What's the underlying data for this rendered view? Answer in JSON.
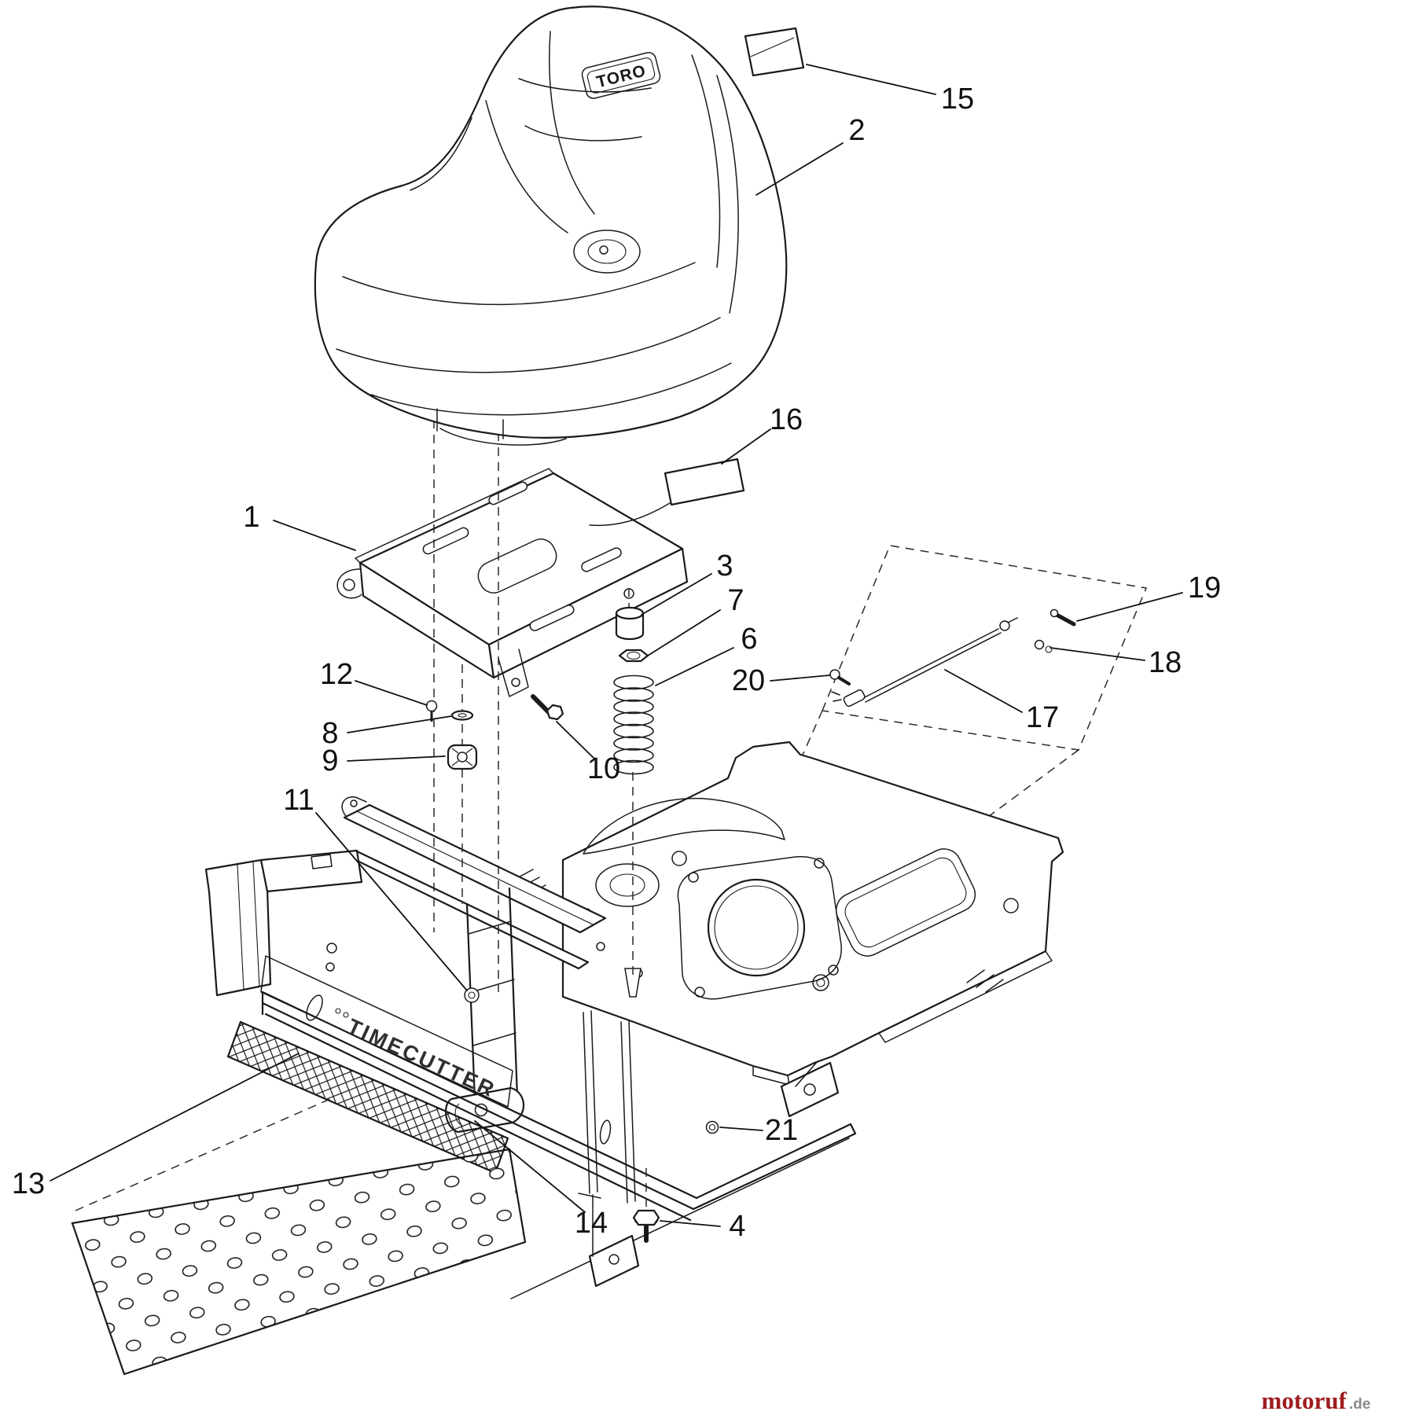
{
  "page": {
    "background": "#ffffff",
    "ink": "#1a1a1a"
  },
  "diagram": {
    "type": "exploded-parts-diagram",
    "subject": "Riding mower seat assembly",
    "callouts": {
      "n1": {
        "label": "1"
      },
      "n2": {
        "label": "2"
      },
      "n3": {
        "label": "3"
      },
      "n4": {
        "label": "4"
      },
      "n6": {
        "label": "6"
      },
      "n7": {
        "label": "7"
      },
      "n8": {
        "label": "8"
      },
      "n9": {
        "label": "9"
      },
      "n10": {
        "label": "10"
      },
      "n11": {
        "label": "11"
      },
      "n12": {
        "label": "12"
      },
      "n13": {
        "label": "13"
      },
      "n14": {
        "label": "14"
      },
      "n15": {
        "label": "15"
      },
      "n16": {
        "label": "16"
      },
      "n17": {
        "label": "17"
      },
      "n18": {
        "label": "18"
      },
      "n19": {
        "label": "19"
      },
      "n20": {
        "label": "20"
      },
      "n21": {
        "label": "21"
      }
    },
    "part_labels": {
      "seat_logo": "TORO",
      "frame_brand": "TIMECUTTER"
    },
    "watermark": {
      "brand": "motoruf",
      "tld": ".de",
      "brand_color": "#9e1c1f",
      "tld_color": "#8a8a8a"
    }
  }
}
